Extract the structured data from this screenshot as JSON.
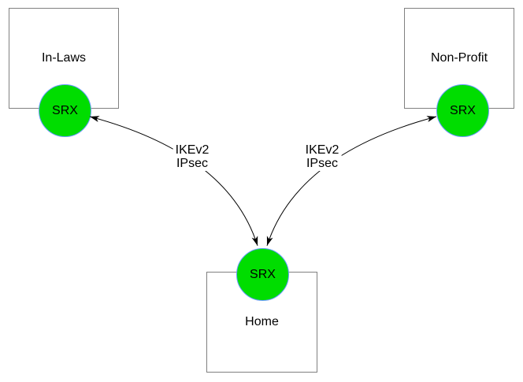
{
  "diagram": {
    "sites": [
      {
        "name": "In-Laws",
        "device": "SRX"
      },
      {
        "name": "Non-Profit",
        "device": "SRX"
      },
      {
        "name": "Home",
        "device": "SRX"
      }
    ],
    "edges": [
      {
        "endpoints": [
          "In-Laws",
          "Home"
        ],
        "bidirectional": true,
        "lines": [
          "IKEv2",
          "IPsec"
        ]
      },
      {
        "endpoints": [
          "Non-Profit",
          "Home"
        ],
        "bidirectional": true,
        "lines": [
          "IKEv2",
          "IPsec"
        ]
      }
    ],
    "colors": {
      "device_fill": "#00dd00",
      "device_stroke": "#6699ff",
      "site_border": "#808080",
      "edge_stroke": "#000000",
      "background": "#ffffff",
      "text": "#000000"
    }
  }
}
